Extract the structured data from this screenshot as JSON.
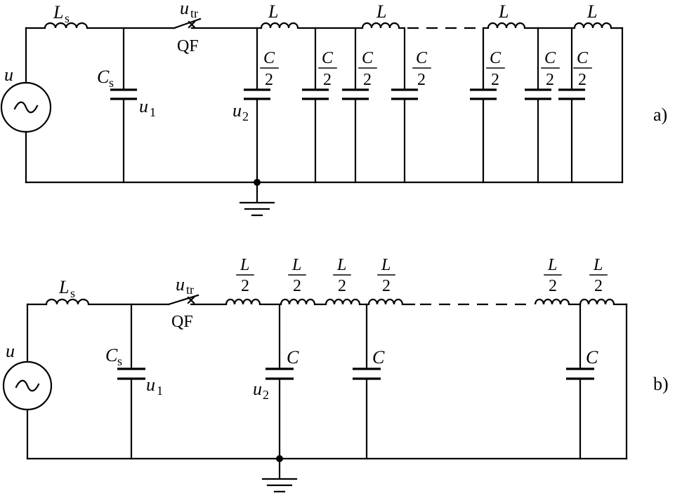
{
  "circuit_a": {
    "panel_label": "a)",
    "source_label": "u",
    "source_symbol": "~",
    "ls_base": "L",
    "ls_sub": "s",
    "cs_base": "C",
    "cs_sub": "s",
    "u1_base": "u",
    "u1_sub": "1",
    "utr_base": "u",
    "utr_sub": "tr",
    "switch_label": "QF",
    "u2_base": "u",
    "u2_sub": "2",
    "inductor_label": "L",
    "cap_num": "C",
    "cap_den": "2"
  },
  "circuit_b": {
    "panel_label": "b)",
    "source_label": "u",
    "source_symbol": "~",
    "ls_base": "L",
    "ls_sub": "s",
    "cs_base": "C",
    "cs_sub": "s",
    "u1_base": "u",
    "u1_sub": "1",
    "utr_base": "u",
    "utr_sub": "tr",
    "switch_label": "QF",
    "u2_base": "u",
    "u2_sub": "2",
    "ind_num": "L",
    "ind_den": "2",
    "cap_label": "C"
  }
}
